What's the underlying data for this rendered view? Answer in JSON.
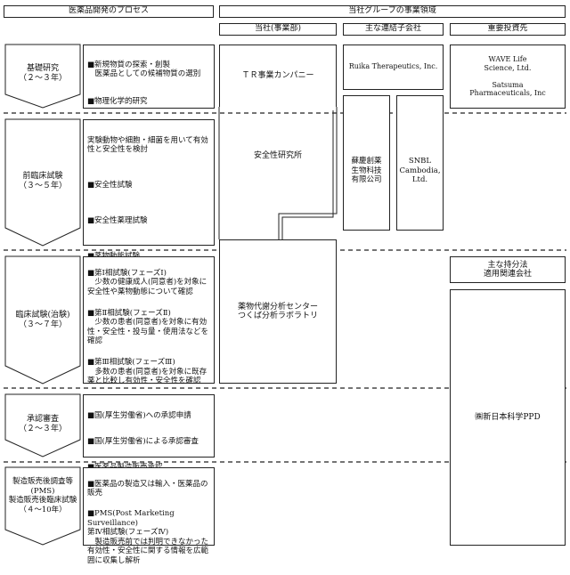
{
  "headers": {
    "process": "医薬品開発のプロセス",
    "group": "当社グループの事業領域",
    "own": "当社(事業部)",
    "subsidiaries": "主な連結子会社",
    "investments": "重要投資先"
  },
  "stages": [
    {
      "label": "基礎研究\n（２～３年）"
    },
    {
      "label": "前臨床試験\n（３～５年）"
    },
    {
      "label": "臨床試験(治験)\n（３～７年）"
    },
    {
      "label": "承認審査\n（２～３年）"
    },
    {
      "label": "製造販売後調査等\n(PMS)\n製造販売後臨床試験\n（４～10年）"
    }
  ],
  "descriptions": {
    "basic": [
      "■新規物質の探索・創製\n　医薬品としての候補物質の選別",
      "■物理化学的研究"
    ],
    "preclinical": [
      "実験動物や細胞・細菌を用いて有効性と安全性を検討",
      "■安全性試験",
      "■安全性薬理試験",
      "■薬物動態試験"
    ],
    "clinical": [
      "■第Ⅰ相試験(フェーズⅠ)\n　少数の健康成人(同意者)を対象に安全性や薬物動態について確認",
      "■第Ⅱ相試験(フェーズⅡ)\n　少数の患者(同意者)を対象に有効性・安全性・投与量・使用法などを確認",
      "■第Ⅲ相試験(フェーズⅢ)\n　多数の患者(同意者)を対象に既存薬と比較し有効性・安全性を確認"
    ],
    "approval": [
      "■国(厚生労働省)への承認申請",
      "■国(厚生労働省)による承認審査",
      "■医薬品製造販売承認"
    ],
    "pms": [
      "■医薬品の製造又は輸入・医薬品の販売",
      "■PMS(Post Marketing Surveillance)\n第Ⅳ相試験(フェーズⅣ)\n　製造販売前では判明できなかった有効性・安全性に関する情報を広範囲に収集し解析"
    ]
  },
  "own_units": {
    "tr": "ＴＲ事業カンパニー",
    "safety": "安全性研究所",
    "pk": "薬物代謝分析センター\nつくば分析ラボラトリ"
  },
  "subsidiaries": {
    "ruika": "Ruika Therapeutics, Inc.",
    "chinese": "蘇慶創薬\n生物科技\n有限公司",
    "cambodia": "SNBL\nCambodia,\nLtd."
  },
  "investments": {
    "wave": "WAVE Life\nScience, Ltd.\n\nSatsuma\nPharmaceuticals, Inc",
    "equity_header": "主な持分法\n適用関連会社",
    "ppd": "㈱新日本科学PPD"
  }
}
